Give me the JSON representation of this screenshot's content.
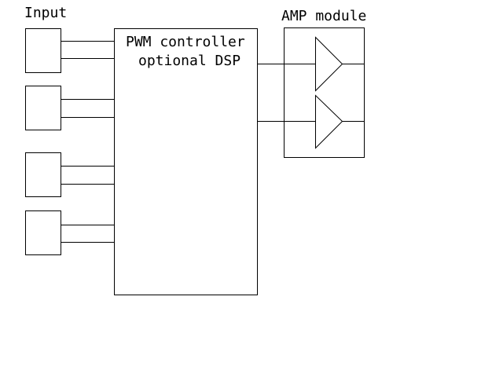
{
  "labels": {
    "input": "Input",
    "amp_module": "AMP module",
    "controller_line1": "PWM controller",
    "controller_line2": "optional DSP"
  },
  "input_blocks": 4,
  "amplifiers": 2,
  "colors": {
    "stroke": "#000000",
    "background": "#ffffff"
  }
}
